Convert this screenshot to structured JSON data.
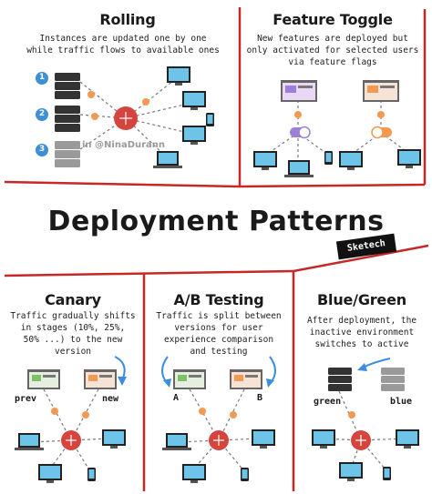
{
  "main_title": "Deployment Patterns",
  "tag": "Sketech",
  "watermark": "in @NinaDurann",
  "rolling": {
    "title": "Rolling",
    "description": [
      "Instances are updated one by one",
      "while traffic flows to available ones"
    ],
    "steps": [
      "1",
      "2",
      "3"
    ]
  },
  "feature_toggle": {
    "title": "Feature Toggle",
    "description": [
      "New features are deployed but",
      "only activated for selected users",
      "via feature flags"
    ]
  },
  "canary": {
    "title": "Canary",
    "description": [
      "Traffic gradually shifts",
      "in stages (10%, 25%,",
      "50% ...) to the new",
      "version"
    ],
    "label_prev": "prev",
    "label_new": "new"
  },
  "ab_testing": {
    "title": "A/B Testing",
    "description": [
      "Traffic is split between",
      "versions for user",
      "experience comparison",
      "and testing"
    ],
    "label_a": "A",
    "label_b": "B"
  },
  "blue_green": {
    "title": "Blue/Green",
    "description": [
      "After deployment, the",
      "inactive environment",
      "switches to active"
    ],
    "label_green": "green",
    "label_blue": "blue"
  },
  "colors": {
    "border_red": "#c62828",
    "router_red": "#d6453d",
    "dot_orange": "#f29a52",
    "step_blue": "#3d8fd6",
    "arrow_blue": "#3b8de0",
    "toggle_purple": "#9c7fd6",
    "server_dark": "#333333",
    "server_gray": "#9a9a9a"
  }
}
